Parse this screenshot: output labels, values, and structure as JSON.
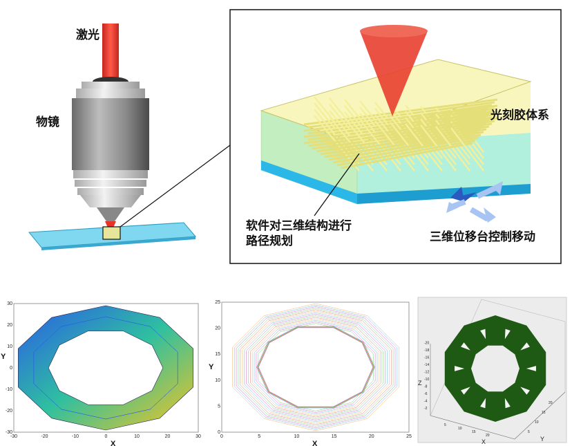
{
  "labels": {
    "laser": "激光",
    "objective": "物镜",
    "photoresist": "光刻胶体系",
    "path_planning_line1": "软件对三维结构进行",
    "path_planning_line2": "路径规划",
    "stage_motion": "三维位移台控制移动"
  },
  "colors": {
    "laser": "#e8332a",
    "resist": "#f6f3a8",
    "substrate": "#3cc8ef",
    "lattice": "#f1ec8a",
    "arrow": "#7fa6e6",
    "green": "#1f5a14"
  },
  "plots": [
    {
      "xlabel": "X",
      "ylabel": "Y",
      "xticks": [
        "-30",
        "-20",
        "-10",
        "0",
        "10",
        "20",
        "30"
      ],
      "yticks": [
        "-30",
        "-20",
        "-10",
        "0",
        "10",
        "20",
        "30"
      ]
    },
    {
      "xlabel": "X",
      "ylabel": "Y",
      "xticks": [
        "0",
        "5",
        "10",
        "15",
        "20",
        "25"
      ],
      "yticks": [
        "0",
        "5",
        "10",
        "15",
        "20",
        "25"
      ]
    },
    {
      "xlabel": "X",
      "ylabel": "Y",
      "zlabel": "Z",
      "xticks": [
        "5",
        "10",
        "15",
        "20"
      ],
      "yticks": [
        "5",
        "10",
        "15",
        "20"
      ],
      "zticks": [
        "-2",
        "-4",
        "-6",
        "-8",
        "-10",
        "-12",
        "-14",
        "-16",
        "-18",
        "-20"
      ]
    }
  ]
}
